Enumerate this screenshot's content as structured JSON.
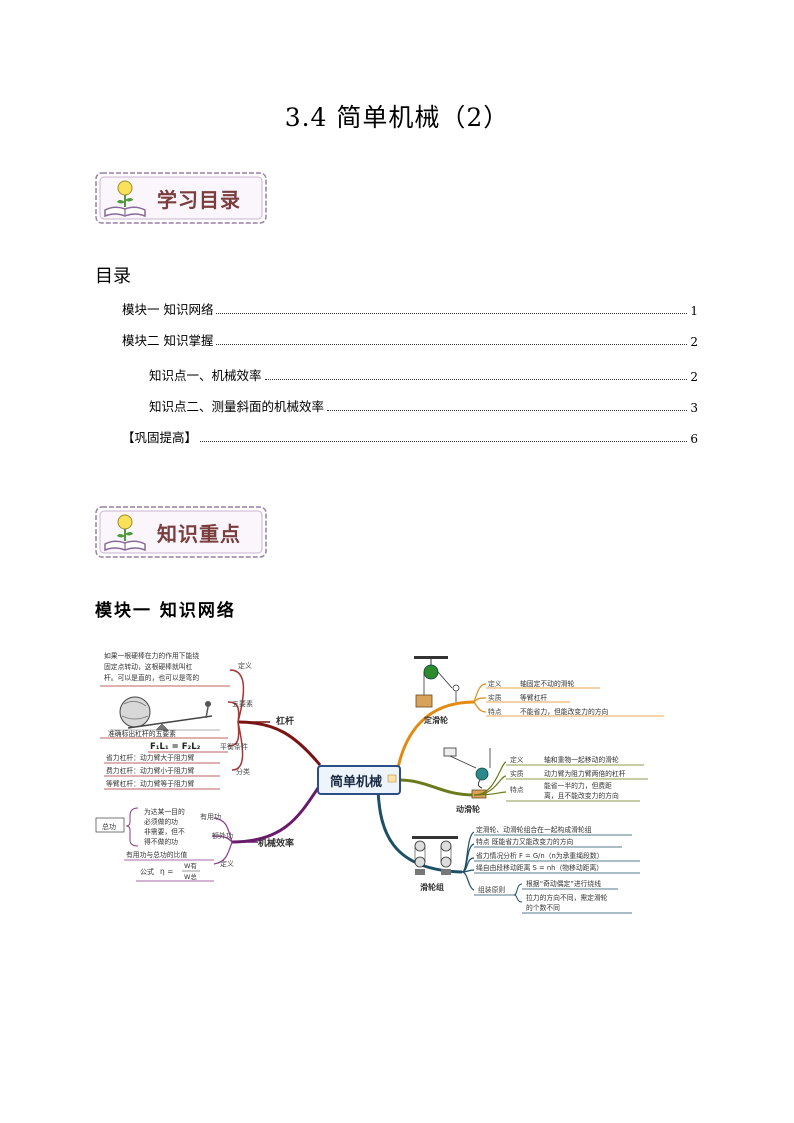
{
  "title": "3.4  简单机械（2）",
  "banner1": "学习目录",
  "toc_heading": "目录",
  "toc": [
    {
      "text": "模块一  知识网络",
      "page": "1"
    },
    {
      "text": "模块二  知识掌握",
      "page": "2"
    },
    {
      "text": "知识点一、机械效率",
      "page": "2"
    },
    {
      "text": "知识点二、测量斜面的机械效率",
      "page": "3"
    },
    {
      "text": "【巩固提高】",
      "page": "6"
    }
  ],
  "banner2": "知识重点",
  "section_title": "模块一  知识网络",
  "mindmap": {
    "center": "简单机械",
    "lever": {
      "label": "杠杆",
      "def_label": "定义",
      "def_text": [
        "如果一根硬棒在力的作用下能绕",
        "固定点转动，这根硬棒就叫杠",
        "杆。可以是直的，也可以是弯的"
      ],
      "five_label": "五要素",
      "five_text": "准确标出杠杆的五要素",
      "balance_label": "平衡条件",
      "balance_formula": "F₁L₁ = F₂L₂",
      "class_label": "分类",
      "class_items": [
        "省力杠杆：动力臂大于阻力臂",
        "费力杠杆：动力臂小于阻力臂",
        "等臂杠杆：动力臂等于阻力臂"
      ]
    },
    "efficiency": {
      "label": "机械效率",
      "total": "总功",
      "useful_label": "有用功",
      "useful_text": [
        "为达某一目的",
        "必须做的功"
      ],
      "extra_label": "额外功",
      "extra_text": [
        "非需要，但不",
        "得不做的功"
      ],
      "def_label": "定义",
      "def_text": "有用功与总功的比值",
      "formula_label": "公式",
      "formula_lhs": "η =",
      "formula_num": "W有",
      "formula_den": "W总"
    },
    "fixed": {
      "label": "定滑轮",
      "rows": [
        {
          "k": "定义",
          "v": "轴固定不动的滑轮"
        },
        {
          "k": "实质",
          "v": "等臂杠杆"
        },
        {
          "k": "特点",
          "v": "不能省力，但能改变力的方向"
        }
      ]
    },
    "movable": {
      "label": "动滑轮",
      "rows": [
        {
          "k": "定义",
          "v": "轴和重物一起移动的滑轮"
        },
        {
          "k": "实质",
          "v": "动力臂为阻力臂两倍的杠杆"
        },
        {
          "k": "特点",
          "v": "能省一半的力，但费距"
        },
        {
          "k": "",
          "v": "离，且不能改变力的方向"
        }
      ]
    },
    "block": {
      "label": "滑轮组",
      "rows": [
        "定滑轮、动滑轮组合在一起构成滑轮组",
        "特点    既能省力又能改变力的方向",
        "省力情况分析    F = G/n（n为承重绳段数）",
        "绳自由段移动距离    S = nh（物移动距离）"
      ],
      "rule_label": "组装原则",
      "rule_items": [
        "根据“奇动偶定”进行绕线",
        "拉力的方向不同，需定滑轮",
        "的个数不同"
      ]
    }
  }
}
